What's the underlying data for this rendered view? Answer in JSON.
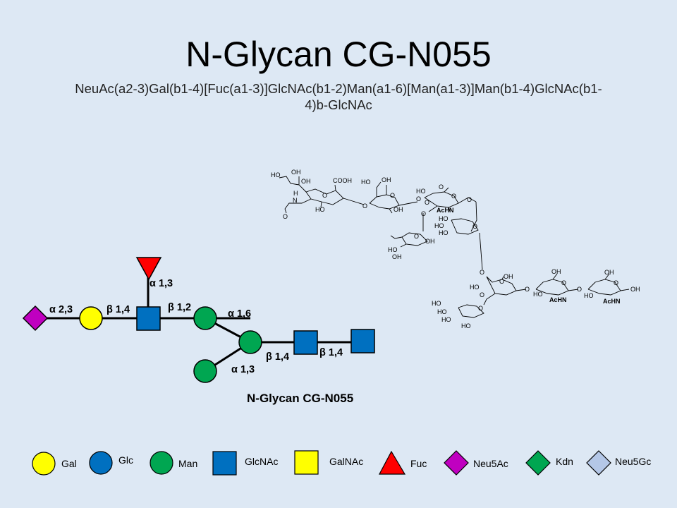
{
  "header": {
    "title": "N-Glycan CG-N055",
    "subtitle": "NeuAc(a2-3)Gal(b1-4)[Fuc(a1-3)]GlcNAc(b1-2)Man(a1-6)[Man(a1-3)]Man(b1-4)GlcNAc(b1-4)b-GlcNAc"
  },
  "glycan": {
    "caption": "N-Glycan CG-N055",
    "linkages": {
      "neu5ac_gal": "α 2,3",
      "gal_glcnac": "β 1,4",
      "fuc_glcnac": "α 1,3",
      "glcnac_man": "β 1,2",
      "man_man_a16": "α 1,6",
      "man_man_a13": "α 1,3",
      "man_glcnac": "β 1,4",
      "glcnac_glcnac": "β 1,4"
    }
  },
  "structure": {
    "labels": {
      "ho": "HO",
      "oh": "OH",
      "o": "O",
      "h": "H",
      "n": "N",
      "cooh": "COOH",
      "achn": "AcHN"
    }
  },
  "legend": {
    "items": [
      {
        "label": "Gal",
        "shape": "circle",
        "color": "#ffff00"
      },
      {
        "label": "Glc",
        "shape": "circle",
        "color": "#0070c0"
      },
      {
        "label": "Man",
        "shape": "circle",
        "color": "#00a651"
      },
      {
        "label": "GlcNAc",
        "shape": "square",
        "color": "#0070c0"
      },
      {
        "label": "GalNAc",
        "shape": "square",
        "color": "#ffff00"
      },
      {
        "label": "Fuc",
        "shape": "triangle",
        "color": "#ff0000"
      },
      {
        "label": "Neu5Ac",
        "shape": "diamond",
        "color": "#c000c0"
      },
      {
        "label": "Kdn",
        "shape": "diamond",
        "color": "#00a651"
      },
      {
        "label": "Neu5Gc",
        "shape": "diamond",
        "color": "#b4c7e7"
      }
    ]
  },
  "colors": {
    "background": "#dde8f4",
    "gal": "#ffff00",
    "glcnac": "#0070c0",
    "man": "#00a651",
    "fuc": "#ff0000",
    "neu5ac": "#c000c0"
  }
}
